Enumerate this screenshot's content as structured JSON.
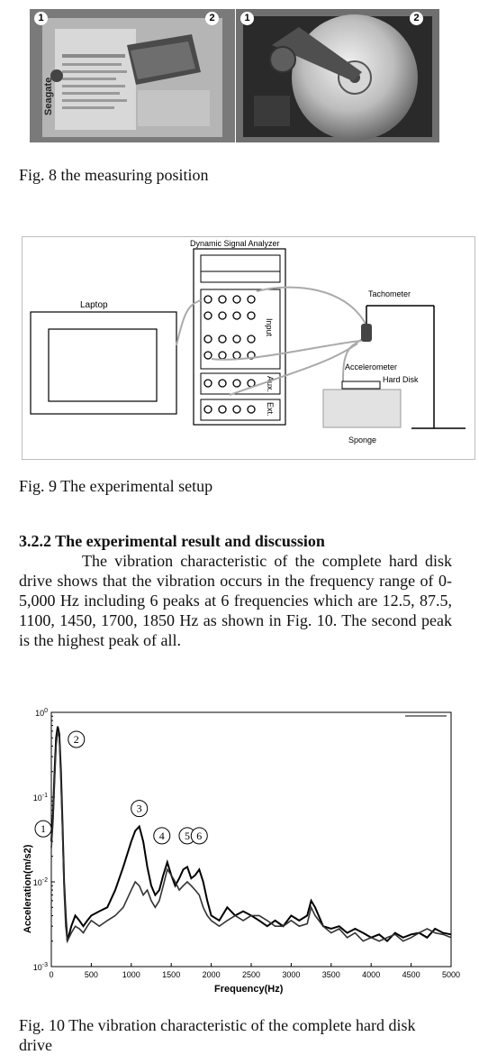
{
  "photos": [
    {
      "labels": [
        "1",
        "2"
      ],
      "disk_brand": "Seagate"
    },
    {
      "labels": [
        "1",
        "2"
      ]
    }
  ],
  "fig8_caption": "Fig. 8 the measuring position",
  "setup": {
    "analyzer": "Dynamic Signal Analyzer",
    "laptop": "Laptop",
    "input": "Input",
    "aux": "Aux.",
    "ext": "Ext.",
    "tachometer": "Tachometer",
    "accelerometer": "Accelerometer",
    "hard_disk": "Hard Disk",
    "sponge": "Sponge"
  },
  "fig9_caption": "Fig. 9 The experimental setup",
  "section_heading": "3.2.2 The experimental result and discussion",
  "paragraph": "The vibration characteristic of the complete hard disk drive shows that the vibration occurs in the frequency range of 0-5,000 Hz including 6 peaks at 6 frequencies which are 12.5, 87.5, 1100, 1450, 1700, 1850 Hz as shown in Fig. 10. The second peak is the highest peak of all.",
  "fig10_caption": "Fig. 10 The vibration characteristic of the complete hard disk drive",
  "chart_data": {
    "type": "line",
    "xlabel": "Frequency(Hz)",
    "ylabel": "Acceleration(m/s2)",
    "xlim": [
      0,
      5000
    ],
    "ylim": [
      0.001,
      1
    ],
    "yscale": "log",
    "x_ticks": [
      0,
      500,
      1000,
      1500,
      2000,
      2500,
      3000,
      3500,
      4000,
      4500,
      5000
    ],
    "y_ticks": [
      {
        "value": 0.001,
        "label": "10-3"
      },
      {
        "value": 0.01,
        "label": "10-2"
      },
      {
        "value": 0.1,
        "label": "10-1"
      },
      {
        "value": 1,
        "label": "100"
      }
    ],
    "peak_markers": [
      {
        "label": "1",
        "x": 12.5,
        "y": 0.03
      },
      {
        "label": "2",
        "x": 87.5,
        "y": 0.68
      },
      {
        "label": "3",
        "x": 1100,
        "y": 0.045
      },
      {
        "label": "4",
        "x": 1450,
        "y": 0.017
      },
      {
        "label": "5",
        "x": 1700,
        "y": 0.015
      },
      {
        "label": "6",
        "x": 1850,
        "y": 0.014
      }
    ],
    "series": [
      {
        "x": [
          0,
          20,
          40,
          60,
          80,
          100,
          120,
          140,
          160,
          180,
          200,
          250,
          300,
          350,
          400,
          450,
          500,
          600,
          700,
          800,
          900,
          1000,
          1050,
          1100,
          1150,
          1200,
          1250,
          1300,
          1350,
          1400,
          1450,
          1500,
          1550,
          1600,
          1650,
          1700,
          1750,
          1800,
          1850,
          1900,
          1950,
          2000,
          2100,
          2200,
          2300,
          2400,
          2500,
          2600,
          2700,
          2800,
          2900,
          3000,
          3100,
          3200,
          3250,
          3300,
          3400,
          3500,
          3600,
          3700,
          3800,
          3900,
          4000,
          4100,
          4200,
          4300,
          4400,
          4500,
          4600,
          4700,
          4800,
          4900,
          5000
        ],
        "y": [
          0.03,
          0.06,
          0.2,
          0.5,
          0.68,
          0.55,
          0.2,
          0.05,
          0.01,
          0.004,
          0.002,
          0.003,
          0.004,
          0.0035,
          0.003,
          0.0035,
          0.004,
          0.0045,
          0.005,
          0.008,
          0.015,
          0.03,
          0.04,
          0.045,
          0.03,
          0.015,
          0.009,
          0.007,
          0.008,
          0.012,
          0.017,
          0.012,
          0.009,
          0.011,
          0.014,
          0.015,
          0.011,
          0.012,
          0.014,
          0.01,
          0.006,
          0.004,
          0.0035,
          0.005,
          0.004,
          0.0045,
          0.004,
          0.0035,
          0.003,
          0.0035,
          0.003,
          0.004,
          0.0035,
          0.004,
          0.006,
          0.005,
          0.003,
          0.0028,
          0.003,
          0.0025,
          0.0028,
          0.0025,
          0.0022,
          0.0024,
          0.002,
          0.0025,
          0.0022,
          0.0024,
          0.0025,
          0.0022,
          0.0028,
          0.0025,
          0.0024
        ]
      },
      {
        "x": [
          0,
          20,
          40,
          60,
          80,
          100,
          120,
          140,
          160,
          180,
          200,
          250,
          300,
          350,
          400,
          450,
          500,
          600,
          700,
          800,
          900,
          1000,
          1050,
          1100,
          1150,
          1200,
          1250,
          1300,
          1350,
          1400,
          1450,
          1500,
          1550,
          1600,
          1650,
          1700,
          1750,
          1800,
          1850,
          1900,
          1950,
          2000,
          2100,
          2200,
          2300,
          2400,
          2500,
          2600,
          2700,
          2800,
          2900,
          3000,
          3100,
          3200,
          3250,
          3300,
          3400,
          3500,
          3600,
          3700,
          3800,
          3900,
          4000,
          4100,
          4200,
          4300,
          4400,
          4500,
          4600,
          4700,
          4800,
          4900,
          5000
        ],
        "y": [
          0.025,
          0.05,
          0.15,
          0.4,
          0.6,
          0.5,
          0.15,
          0.04,
          0.008,
          0.003,
          0.002,
          0.0025,
          0.003,
          0.0028,
          0.0025,
          0.003,
          0.0035,
          0.003,
          0.0035,
          0.004,
          0.005,
          0.008,
          0.01,
          0.009,
          0.007,
          0.008,
          0.006,
          0.005,
          0.006,
          0.009,
          0.014,
          0.012,
          0.01,
          0.008,
          0.009,
          0.01,
          0.009,
          0.008,
          0.007,
          0.005,
          0.004,
          0.0035,
          0.003,
          0.0035,
          0.004,
          0.0035,
          0.004,
          0.004,
          0.0035,
          0.003,
          0.003,
          0.0035,
          0.003,
          0.0032,
          0.005,
          0.004,
          0.003,
          0.0025,
          0.0028,
          0.0022,
          0.0025,
          0.002,
          0.0022,
          0.002,
          0.0022,
          0.0024,
          0.002,
          0.0022,
          0.0025,
          0.0028,
          0.0025,
          0.0024,
          0.0022
        ]
      }
    ]
  }
}
